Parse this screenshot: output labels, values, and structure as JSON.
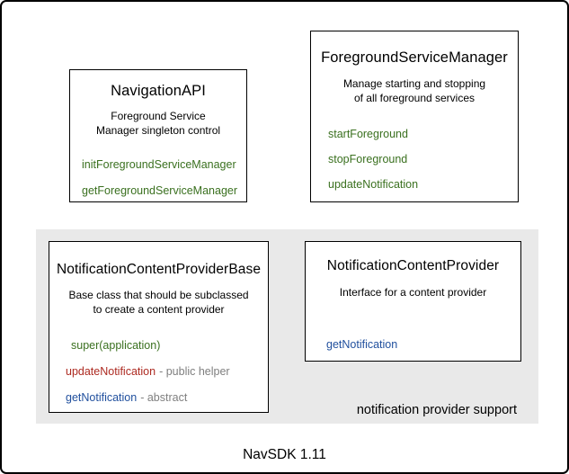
{
  "diagram": {
    "boxes": {
      "navigation_api": {
        "title": "NavigationAPI",
        "description": "Foreground Service\nManager singleton control",
        "methods": [
          {
            "label": "initForegroundServiceManager"
          },
          {
            "label": "getForegroundServiceManager"
          }
        ]
      },
      "foreground_service_manager": {
        "title": "ForegroundServiceManager",
        "description": "Manage starting and stopping\nof all foreground services",
        "methods": [
          {
            "label": "startForeground"
          },
          {
            "label": "stopForeground"
          },
          {
            "label": "updateNotification"
          }
        ]
      },
      "notification_content_provider_base": {
        "title": "NotificationContentProviderBase",
        "description": "Base class that should be subclassed\nto create a content provider",
        "methods": [
          {
            "label": "super(application)",
            "annotation": ""
          },
          {
            "label": "updateNotification",
            "annotation": "- public helper"
          },
          {
            "label": "getNotification",
            "annotation": "- abstract"
          }
        ]
      },
      "notification_content_provider": {
        "title": "NotificationContentProvider",
        "description": "Interface for a content provider",
        "methods": [
          {
            "label": "getNotification"
          }
        ]
      }
    },
    "group": {
      "caption": "notification provider support"
    },
    "footer": {
      "caption": "NavSDK 1.11"
    },
    "colors": {
      "method_green": "#3a701f",
      "method_red": "#ad2a21",
      "method_blue": "#21509e",
      "annotation_gray": "#7f7f7f",
      "group_background": "#e9e9e9",
      "border_black": "#000000"
    }
  }
}
